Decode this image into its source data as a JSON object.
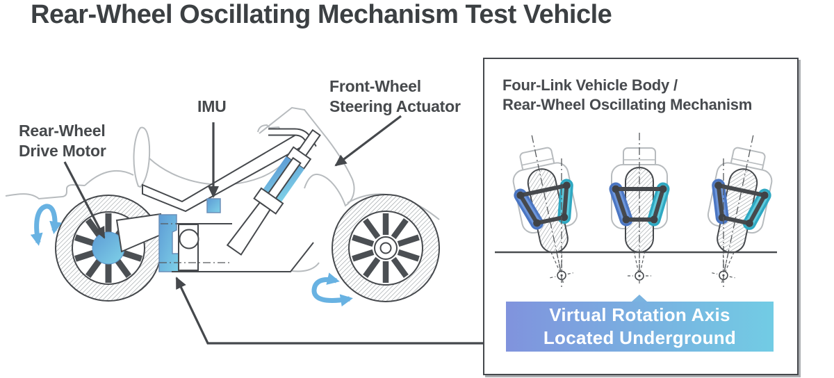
{
  "title": "Rear-Wheel Oscillating Mechanism Test Vehicle",
  "labels": {
    "rear_wheel_drive_motor": "Rear-Wheel\nDrive Motor",
    "imu": "IMU",
    "front_wheel_steering_actuator": "Front-Wheel\nSteering Actuator"
  },
  "panel": {
    "header": "Four-Link Vehicle Body /\nRear-Wheel Oscillating Mechanism",
    "banner": "Virtual Rotation Axis\nLocated Underground"
  },
  "colors": {
    "text_dark": "#3c4043",
    "line_dark": "#45484c",
    "outline_gray": "#b7bbbe",
    "accent_blue_start": "#5d9bd5",
    "accent_blue_end": "#7fd2e8",
    "banner_gradient_start": "#8093dd",
    "banner_gradient_end": "#72cce4",
    "link_blue": "#6e97dc",
    "link_cyan": "#5ecbdd",
    "arrow_blue": "#68b2e2"
  }
}
